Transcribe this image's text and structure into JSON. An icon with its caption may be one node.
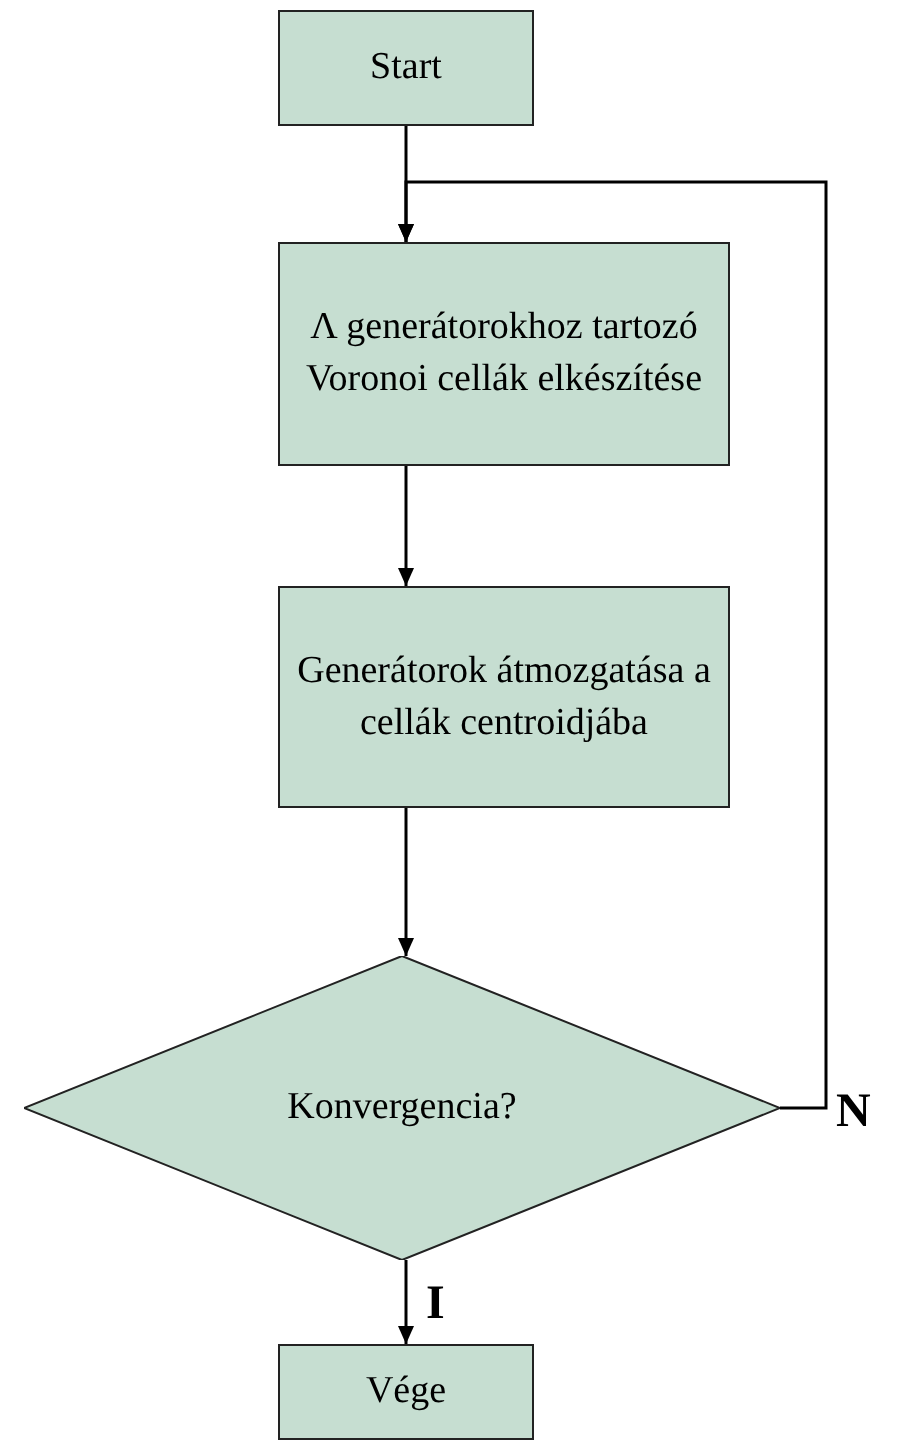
{
  "diagram": {
    "nodes": [
      {
        "text": [
          "Start"
        ]
      },
      {
        "text": [
          "Λ generátorokhoz tartozó Voronoi cellák elkészítése"
        ]
      },
      {
        "text": [
          "Generátorok átmozgatása a cellák centroidjába"
        ]
      },
      {
        "text": [
          "Konvergencia?"
        ]
      },
      {
        "text": [
          "Vége"
        ]
      }
    ],
    "edges": [
      {
        "from": 0,
        "to": 1,
        "arrow": "to"
      },
      {
        "from": 1,
        "to": 2,
        "arrow": "to"
      },
      {
        "from": 2,
        "to": 3,
        "arrow": "to"
      },
      {
        "from": 3,
        "to": 4,
        "arrow": "to",
        "label": "I"
      },
      {
        "from": 3,
        "to": 1,
        "arrow": "to",
        "label": "N"
      }
    ]
  }
}
